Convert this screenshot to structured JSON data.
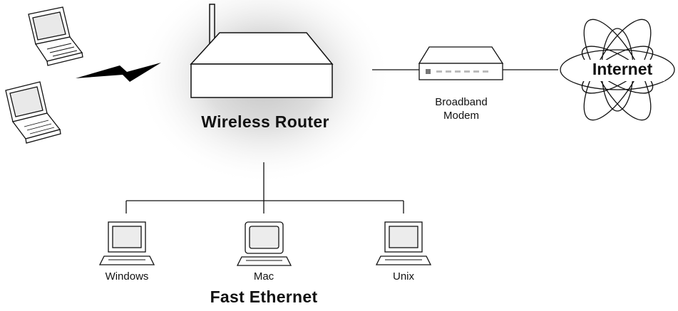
{
  "labels": {
    "wireless_router": "Wireless Router",
    "broadband_modem_line1": "Broadband",
    "broadband_modem_line2": "Modem",
    "internet": "Internet",
    "windows": "Windows",
    "mac": "Mac",
    "unix": "Unix",
    "fast_ethernet": "Fast Ethernet"
  },
  "icons": {
    "laptop_top": "laptop-icon",
    "laptop_bottom": "laptop-icon",
    "wireless_signal": "lightning-bolt-icon",
    "router": "router-icon",
    "modem": "modem-icon",
    "internet": "globe-orbit-icon",
    "windows_pc": "desktop-computer-icon",
    "mac_pc": "desktop-computer-icon",
    "unix_pc": "desktop-computer-icon"
  }
}
